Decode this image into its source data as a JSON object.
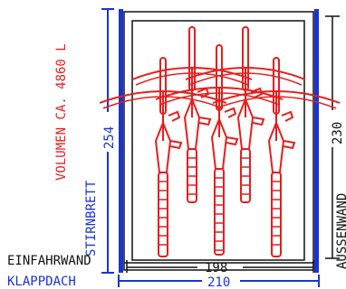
{
  "labels": {
    "volume": "VOLUMEN CA. 4860 L",
    "height_outer": "254",
    "height_inner": "230",
    "stirnbrett": "STIRNBRETT",
    "aussenwand": "AUSSENWAND",
    "einfahrwand": "EINFAHRWAND",
    "klappdach": "KLAPPDACH",
    "width_inner": "198",
    "width_outer": "210"
  },
  "colors": {
    "red": "#e61e1e",
    "blue": "#1a33d6",
    "black": "#111111"
  },
  "bike_count": 5
}
